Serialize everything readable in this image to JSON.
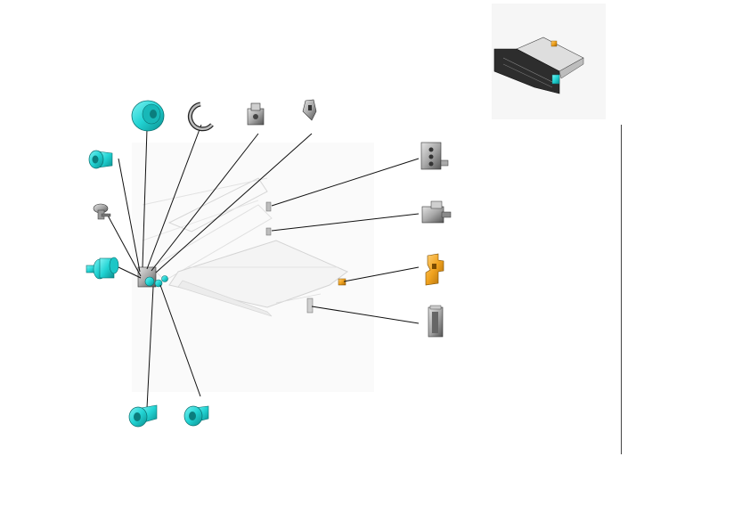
{
  "figure": {
    "kind": "exploded-parts-diagram",
    "colors": {
      "cyan_part": "#21d3d3",
      "cyan_dark": "#0d8c8c",
      "orange_part": "#f0a21e",
      "gray_part": "#9a9a9a",
      "leader": "#111111",
      "assembly_ghost": "#d8d8d8",
      "assembly_bg": "#f7f7f7"
    },
    "parts": [
      {
        "name": "cyan-roller-large",
        "color": "cyan"
      },
      {
        "name": "e-ring-clip",
        "color": "gray"
      },
      {
        "name": "spring-bracket-top",
        "color": "gray"
      },
      {
        "name": "hook-lever",
        "color": "gray"
      },
      {
        "name": "cyan-bushing-small",
        "color": "cyan"
      },
      {
        "name": "shoulder-screw",
        "color": "gray"
      },
      {
        "name": "cyan-gear-shaft",
        "color": "cyan"
      },
      {
        "name": "cyan-collar-bottom-left",
        "color": "cyan"
      },
      {
        "name": "cyan-collar-bottom-right",
        "color": "cyan"
      },
      {
        "name": "bracket-plate-right",
        "color": "gray"
      },
      {
        "name": "spring-bracket-right",
        "color": "gray"
      },
      {
        "name": "sensor-orange",
        "color": "orange"
      },
      {
        "name": "connector-block",
        "color": "gray"
      }
    ]
  }
}
